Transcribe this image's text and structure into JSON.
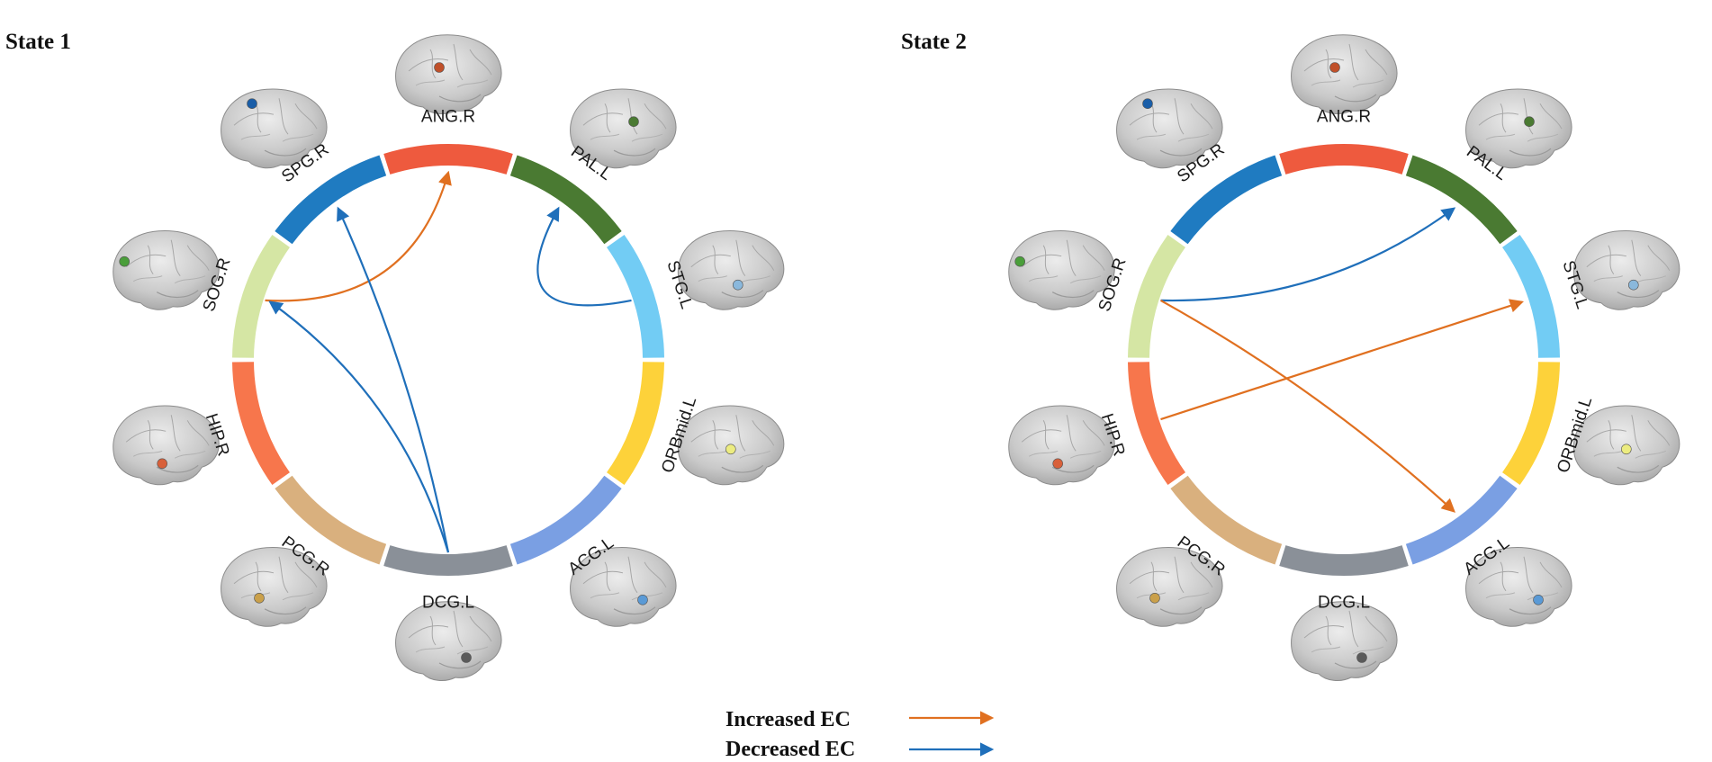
{
  "legend": {
    "increased": {
      "label": "Increased  EC",
      "color": "#e07020"
    },
    "decreased": {
      "label": "Decreased  EC",
      "color": "#1f6fba"
    }
  },
  "regions": [
    {
      "id": "ANG.R",
      "color": "#ee5a3e",
      "node": "#c0502a"
    },
    {
      "id": "PAL.L",
      "color": "#4a7a32",
      "node": "#4a7a32"
    },
    {
      "id": "STG.L",
      "color": "#72ccf4",
      "node": "#8ab8dc"
    },
    {
      "id": "ORBmid.L",
      "color": "#fdd23a",
      "node": "#ecec80"
    },
    {
      "id": "ACG.L",
      "color": "#7a9fe3",
      "node": "#5a9ad6"
    },
    {
      "id": "DCG.L",
      "color": "#8a9098",
      "node": "#5a5a5a"
    },
    {
      "id": "PCG.R",
      "color": "#d9b07e",
      "node": "#caa04a"
    },
    {
      "id": "HIP.R",
      "color": "#f7764c",
      "node": "#d8603a"
    },
    {
      "id": "SOG.R",
      "color": "#d5e6a4",
      "node": "#4a9e3a"
    },
    {
      "id": "SPG.R",
      "color": "#1f7bc1",
      "node": "#1a5ea8"
    }
  ],
  "states": [
    {
      "title": "State 1",
      "connections": [
        {
          "from": "SOG.R",
          "to": "ANG.R",
          "type": "increased"
        },
        {
          "from": "DCG.L",
          "to": "SPG.R",
          "type": "decreased"
        },
        {
          "from": "DCG.L",
          "to": "SOG.R",
          "type": "decreased"
        },
        {
          "from": "STG.L",
          "to": "PAL.L",
          "type": "decreased"
        }
      ]
    },
    {
      "title": "State 2",
      "connections": [
        {
          "from": "SOG.R",
          "to": "PAL.L",
          "type": "decreased"
        },
        {
          "from": "HIP.R",
          "to": "STG.L",
          "type": "increased"
        },
        {
          "from": "SOG.R",
          "to": "ACG.L",
          "type": "increased"
        }
      ]
    }
  ]
}
